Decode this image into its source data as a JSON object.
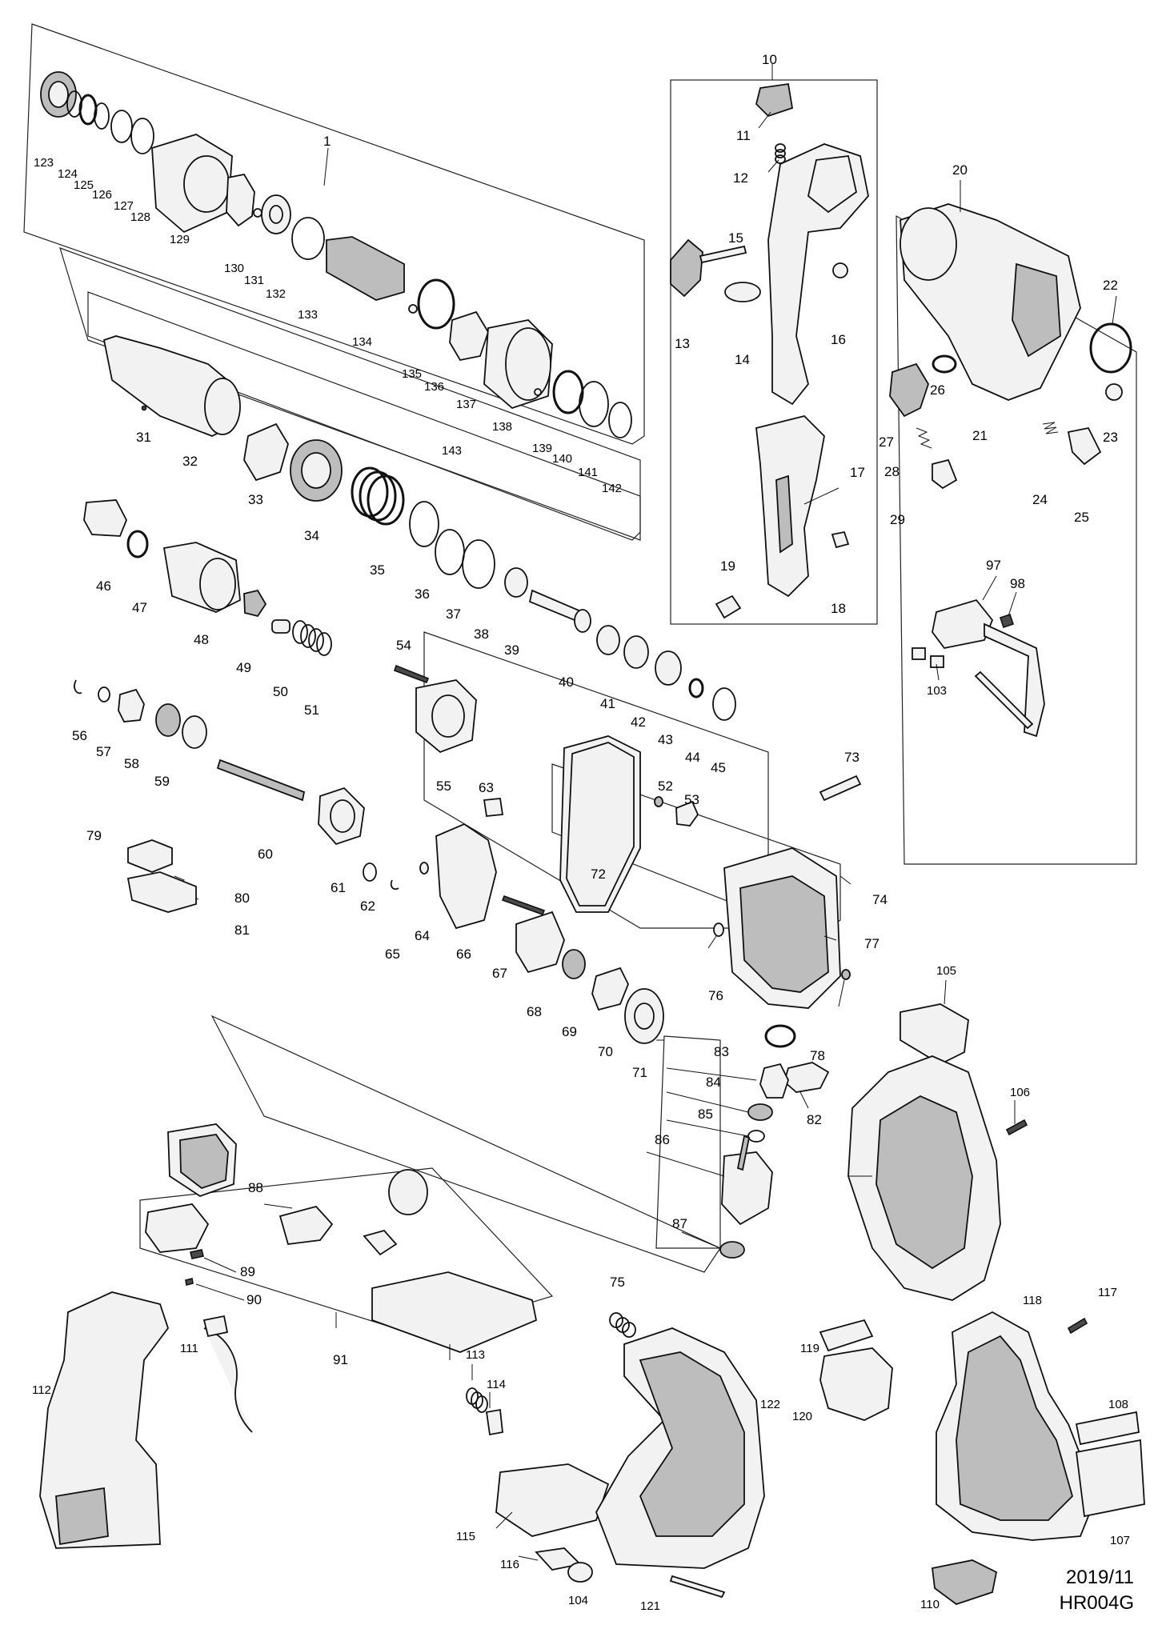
{
  "labels": {
    "l1": "1",
    "l10": "10",
    "l11": "11",
    "l12": "12",
    "l13": "13",
    "l14": "14",
    "l15": "15",
    "l16": "16",
    "l17": "17",
    "l18": "18",
    "l19": "19",
    "l20": "20",
    "l21": "21",
    "l22": "22",
    "l23": "23",
    "l24": "24",
    "l25": "25",
    "l26": "26",
    "l27": "27",
    "l28": "28",
    "l29": "29",
    "l31": "31",
    "l32": "32",
    "l33": "33",
    "l34": "34",
    "l35": "35",
    "l36": "36",
    "l37": "37",
    "l38": "38",
    "l39": "39",
    "l40": "40",
    "l41": "41",
    "l42": "42",
    "l43": "43",
    "l44": "44",
    "l45": "45",
    "l46": "46",
    "l47": "47",
    "l48": "48",
    "l49": "49",
    "l50": "50",
    "l51": "51",
    "l52": "52",
    "l53": "53",
    "l54": "54",
    "l55": "55",
    "l56": "56",
    "l57": "57",
    "l58": "58",
    "l59": "59",
    "l60": "60",
    "l61": "61",
    "l62": "62",
    "l63": "63",
    "l64": "64",
    "l65": "65",
    "l66": "66",
    "l67": "67",
    "l68": "68",
    "l69": "69",
    "l70": "70",
    "l71": "71",
    "l72": "72",
    "l73": "73",
    "l74": "74",
    "l75": "75",
    "l76": "76",
    "l77": "77",
    "l78": "78",
    "l79": "79",
    "l80": "80",
    "l81": "81",
    "l82": "82",
    "l83": "83",
    "l84": "84",
    "l85": "85",
    "l86": "86",
    "l87": "87",
    "l88": "88",
    "l89": "89",
    "l90": "90",
    "l91": "91",
    "l97": "97",
    "l98": "98",
    "l103": "103",
    "l104": "104",
    "l105": "105",
    "l106": "106",
    "l107": "107",
    "l108": "108",
    "l110": "110",
    "l111": "111",
    "l112": "112",
    "l113": "113",
    "l114": "114",
    "l115": "115",
    "l116": "116",
    "l117": "117",
    "l118": "118",
    "l119": "119",
    "l120": "120",
    "l121": "121",
    "l122": "122",
    "l123": "123",
    "l124": "124",
    "l125": "125",
    "l126": "126",
    "l127": "127",
    "l128": "128",
    "l129": "129",
    "l130": "130",
    "l131": "131",
    "l132": "132",
    "l133": "133",
    "l134": "134",
    "l135": "135",
    "l136": "136",
    "l137": "137",
    "l138": "138",
    "l139": "139",
    "l140": "140",
    "l141": "141",
    "l142": "142",
    "l143": "143"
  },
  "footer": {
    "date": "2019/11",
    "model": "HR004G"
  },
  "colors": {
    "line": "#111111",
    "part_fill": "#f2f2f2",
    "part_dark": "#bdbdbd",
    "background": "#ffffff"
  }
}
